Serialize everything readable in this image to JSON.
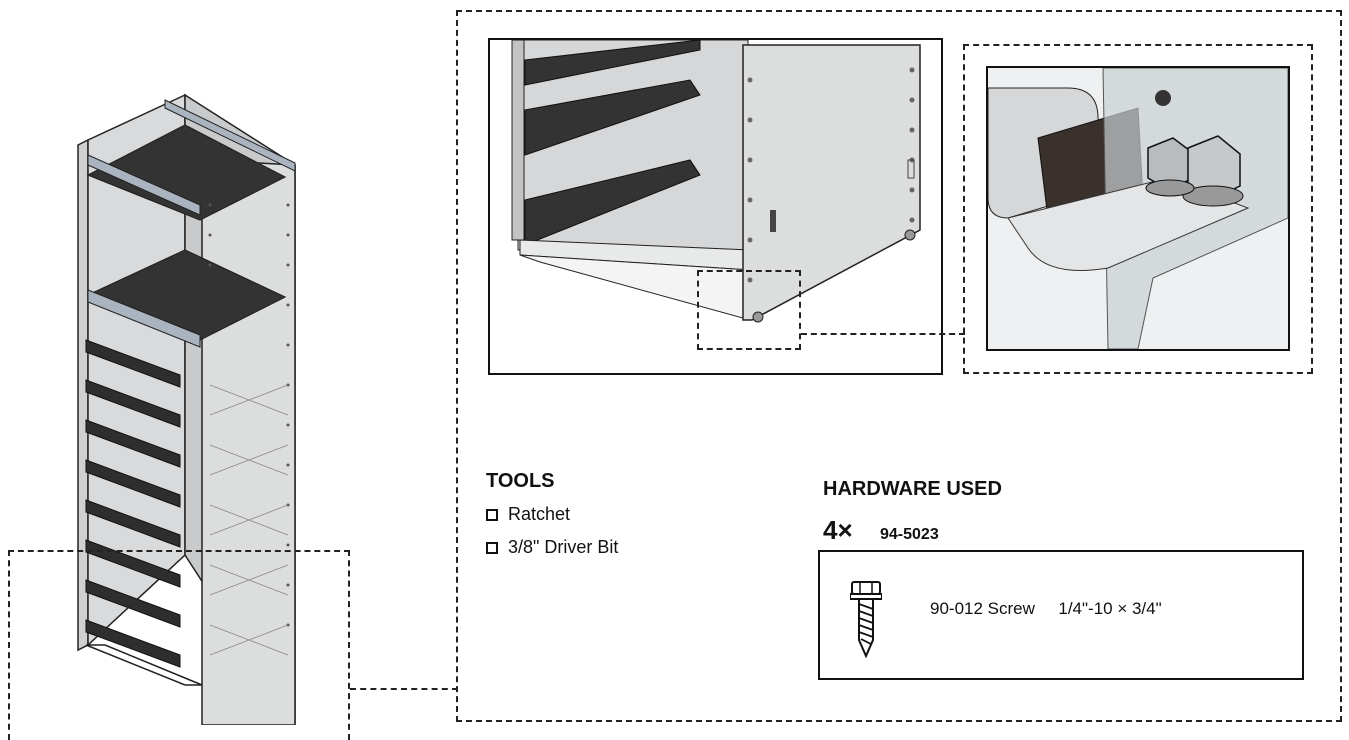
{
  "tools": {
    "title": "TOOLS",
    "items": [
      "Ratchet",
      "3/8\" Driver Bit"
    ]
  },
  "hardware": {
    "title": "HARDWARE USED",
    "quantity": "4×",
    "kit_number": "94-5023",
    "item_label": "90-012 Screw",
    "item_size": "1/4\"-10 × 3/4\""
  },
  "colors": {
    "line": "#222222",
    "panel": "#d9dadb",
    "rail": "#a9b4c0",
    "tray": "#2e2e2e"
  }
}
